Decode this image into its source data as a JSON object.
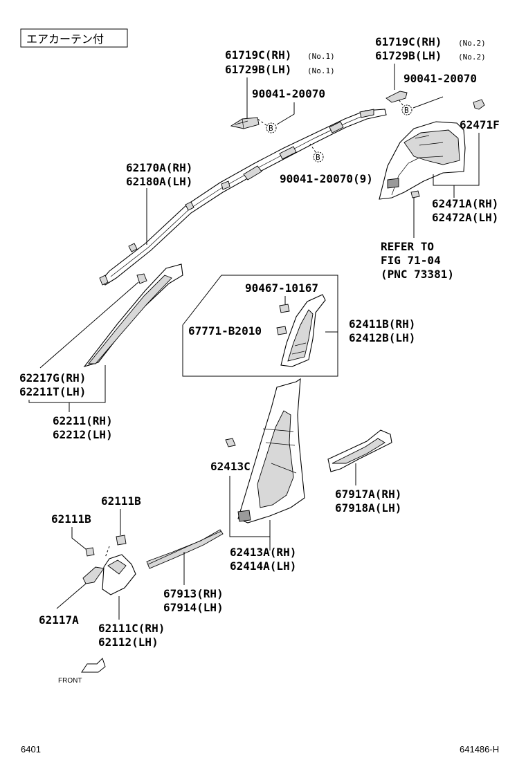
{
  "header": {
    "box_label": "エアカーテン付"
  },
  "labels": {
    "p61719c_no1": "61719C(RH)",
    "p61729b_no1": "61729B(LH)",
    "no1_a": "(No.1)",
    "no1_b": "(No.1)",
    "p61719c_no2": "61719C(RH)",
    "p61729b_no2": "61729B(LH)",
    "no2_a": "(No.2)",
    "no2_b": "(No.2)",
    "p90041_left": "90041-20070",
    "p90041_right": "90041-20070",
    "p90041_center": "90041-20070(9)",
    "p62471f": "62471F",
    "p62170a": "62170A(RH)",
    "p62180a": "62180A(LH)",
    "p62471a": "62471A(RH)",
    "p62472a": "62472A(LH)",
    "refer_1": "REFER TO",
    "refer_2": "FIG 71-04",
    "refer_3": "(PNC 73381)",
    "p90467": "90467-10167",
    "p67771": "67771-B2010",
    "p62411b": "62411B(RH)",
    "p62412b": "62412B(LH)",
    "p62217g": "62217G(RH)",
    "p62211t": "62211T(LH)",
    "p62211": "62211(RH)",
    "p62212": "62212(LH)",
    "p62413c": "62413C",
    "p67917a": "67917A(RH)",
    "p67918a": "67918A(LH)",
    "p62111b_top": "62111B",
    "p62111b_left": "62111B",
    "p62413a": "62413A(RH)",
    "p62414a": "62414A(LH)",
    "p67913": "67913(RH)",
    "p67914": "67914(LH)",
    "p62117a": "62117A",
    "p62111c": "62111C(RH)",
    "p62112": "62112(LH)",
    "callout_b": "B",
    "front": "FRONT"
  },
  "footer": {
    "page_code": "6401",
    "figure_code": "641486-H"
  }
}
